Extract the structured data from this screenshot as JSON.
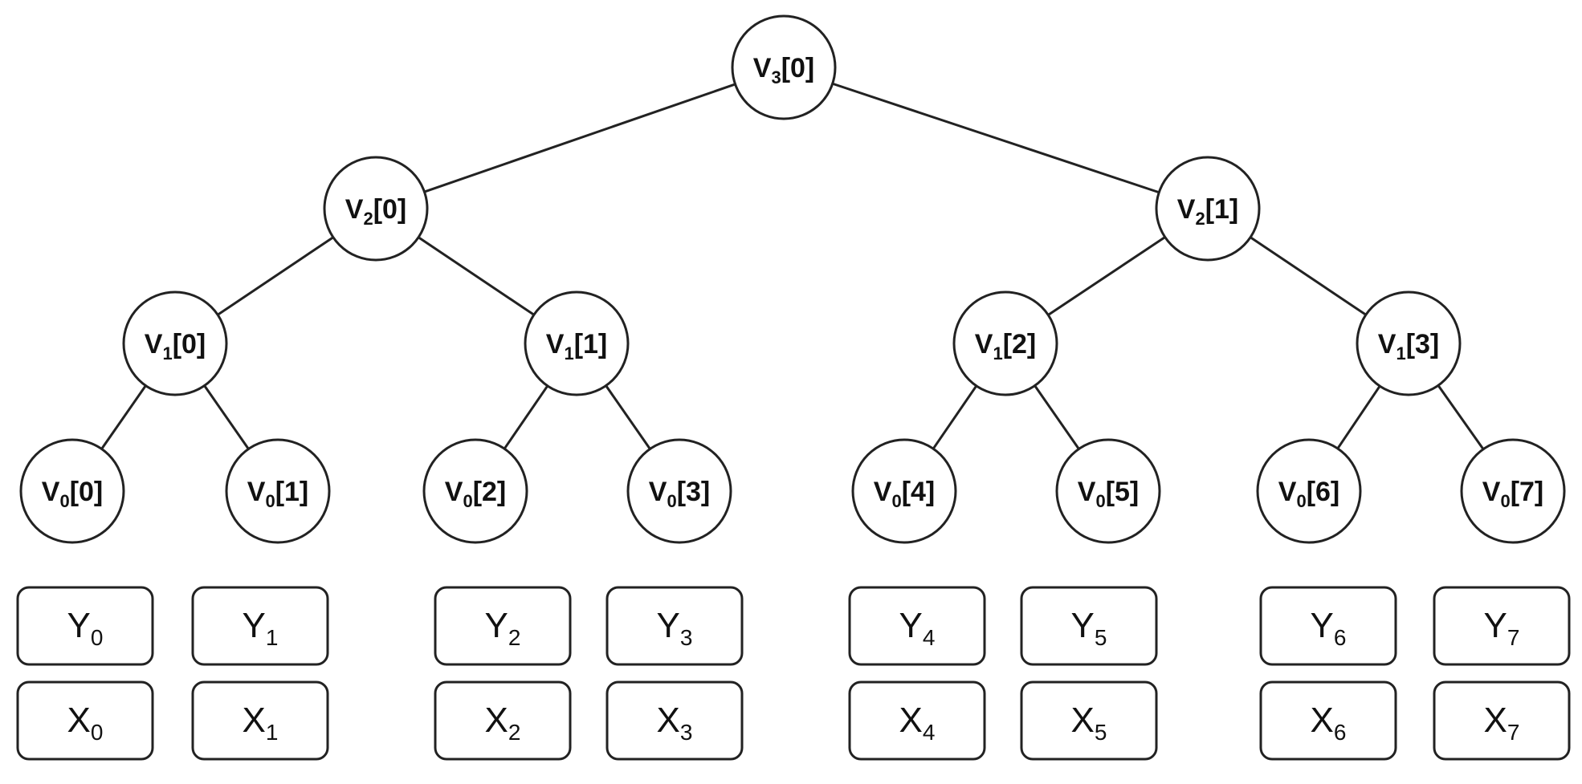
{
  "tree": {
    "levels": [
      {
        "letter": "V",
        "level": "3",
        "nodes": [
          {
            "id": "v3-0",
            "base": "V",
            "sub": "3",
            "index": "[0]"
          }
        ]
      },
      {
        "letter": "V",
        "level": "2",
        "nodes": [
          {
            "id": "v2-0",
            "base": "V",
            "sub": "2",
            "index": "[0]"
          },
          {
            "id": "v2-1",
            "base": "V",
            "sub": "2",
            "index": "[1]"
          }
        ]
      },
      {
        "letter": "V",
        "level": "1",
        "nodes": [
          {
            "id": "v1-0",
            "base": "V",
            "sub": "1",
            "index": "[0]"
          },
          {
            "id": "v1-1",
            "base": "V",
            "sub": "1",
            "index": "[1]"
          },
          {
            "id": "v1-2",
            "base": "V",
            "sub": "1",
            "index": "[2]"
          },
          {
            "id": "v1-3",
            "base": "V",
            "sub": "1",
            "index": "[3]"
          }
        ]
      },
      {
        "letter": "V",
        "level": "0",
        "nodes": [
          {
            "id": "v0-0",
            "base": "V",
            "sub": "0",
            "index": "[0]"
          },
          {
            "id": "v0-1",
            "base": "V",
            "sub": "0",
            "index": "[1]"
          },
          {
            "id": "v0-2",
            "base": "V",
            "sub": "0",
            "index": "[2]"
          },
          {
            "id": "v0-3",
            "base": "V",
            "sub": "0",
            "index": "[3]"
          },
          {
            "id": "v0-4",
            "base": "V",
            "sub": "0",
            "index": "[4]"
          },
          {
            "id": "v0-5",
            "base": "V",
            "sub": "0",
            "index": "[5]"
          },
          {
            "id": "v0-6",
            "base": "V",
            "sub": "0",
            "index": "[6]"
          },
          {
            "id": "v0-7",
            "base": "V",
            "sub": "0",
            "index": "[7]"
          }
        ]
      }
    ],
    "edges": [
      [
        "v3-0",
        "v2-0"
      ],
      [
        "v3-0",
        "v2-1"
      ],
      [
        "v2-0",
        "v1-0"
      ],
      [
        "v2-0",
        "v1-1"
      ],
      [
        "v2-1",
        "v1-2"
      ],
      [
        "v2-1",
        "v1-3"
      ],
      [
        "v1-0",
        "v0-0"
      ],
      [
        "v1-0",
        "v0-1"
      ],
      [
        "v1-1",
        "v0-2"
      ],
      [
        "v1-1",
        "v0-3"
      ],
      [
        "v1-2",
        "v0-4"
      ],
      [
        "v1-2",
        "v0-5"
      ],
      [
        "v1-3",
        "v0-6"
      ],
      [
        "v1-3",
        "v0-7"
      ]
    ]
  },
  "boxes": {
    "y_row": [
      {
        "base": "Y",
        "sub": "0"
      },
      {
        "base": "Y",
        "sub": "1"
      },
      {
        "base": "Y",
        "sub": "2"
      },
      {
        "base": "Y",
        "sub": "3"
      },
      {
        "base": "Y",
        "sub": "4"
      },
      {
        "base": "Y",
        "sub": "5"
      },
      {
        "base": "Y",
        "sub": "6"
      },
      {
        "base": "Y",
        "sub": "7"
      }
    ],
    "x_row": [
      {
        "base": "X",
        "sub": "0"
      },
      {
        "base": "X",
        "sub": "1"
      },
      {
        "base": "X",
        "sub": "2"
      },
      {
        "base": "X",
        "sub": "3"
      },
      {
        "base": "X",
        "sub": "4"
      },
      {
        "base": "X",
        "sub": "5"
      },
      {
        "base": "X",
        "sub": "6"
      },
      {
        "base": "X",
        "sub": "7"
      }
    ]
  },
  "colors": {
    "stroke": "#222222",
    "text": "#111111",
    "background": "#ffffff"
  }
}
